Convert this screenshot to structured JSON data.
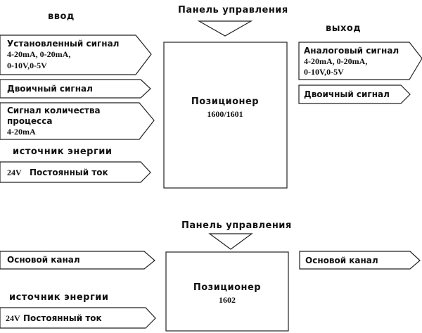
{
  "top": {
    "input_heading": "ввод",
    "output_heading": "выход",
    "control_panel": "Панель управления",
    "positioner": {
      "title": "Позиционер",
      "model": "1600/1601"
    },
    "inputs": [
      {
        "lines": [
          "Установленный сигнал",
          "4-20mA, 0-20mA,",
          "0-10V,0-5V"
        ]
      },
      {
        "lines": [
          "Двоичный сигнал"
        ]
      },
      {
        "lines": [
          "Сигнал количества",
          "процесса",
          "4-20mA"
        ]
      }
    ],
    "energy_heading": "источник энергии",
    "energy": {
      "voltage": "24V",
      "label": "Постоянный ток"
    },
    "outputs": [
      {
        "lines": [
          "Аналоговый сигнал",
          "4-20mA, 0-20mA,",
          "0-10V,0-5V"
        ]
      },
      {
        "lines": [
          "Двоичный сигнал"
        ]
      }
    ]
  },
  "bottom": {
    "control_panel": "Панель управления",
    "positioner": {
      "title": "Позиционер",
      "model": "1602"
    },
    "input": {
      "lines": [
        "Основой канал"
      ]
    },
    "energy_heading": "источник энергии",
    "energy": {
      "voltage": "24V",
      "label": "Постоянный ток"
    },
    "output": {
      "lines": [
        "Основой канал"
      ]
    }
  }
}
